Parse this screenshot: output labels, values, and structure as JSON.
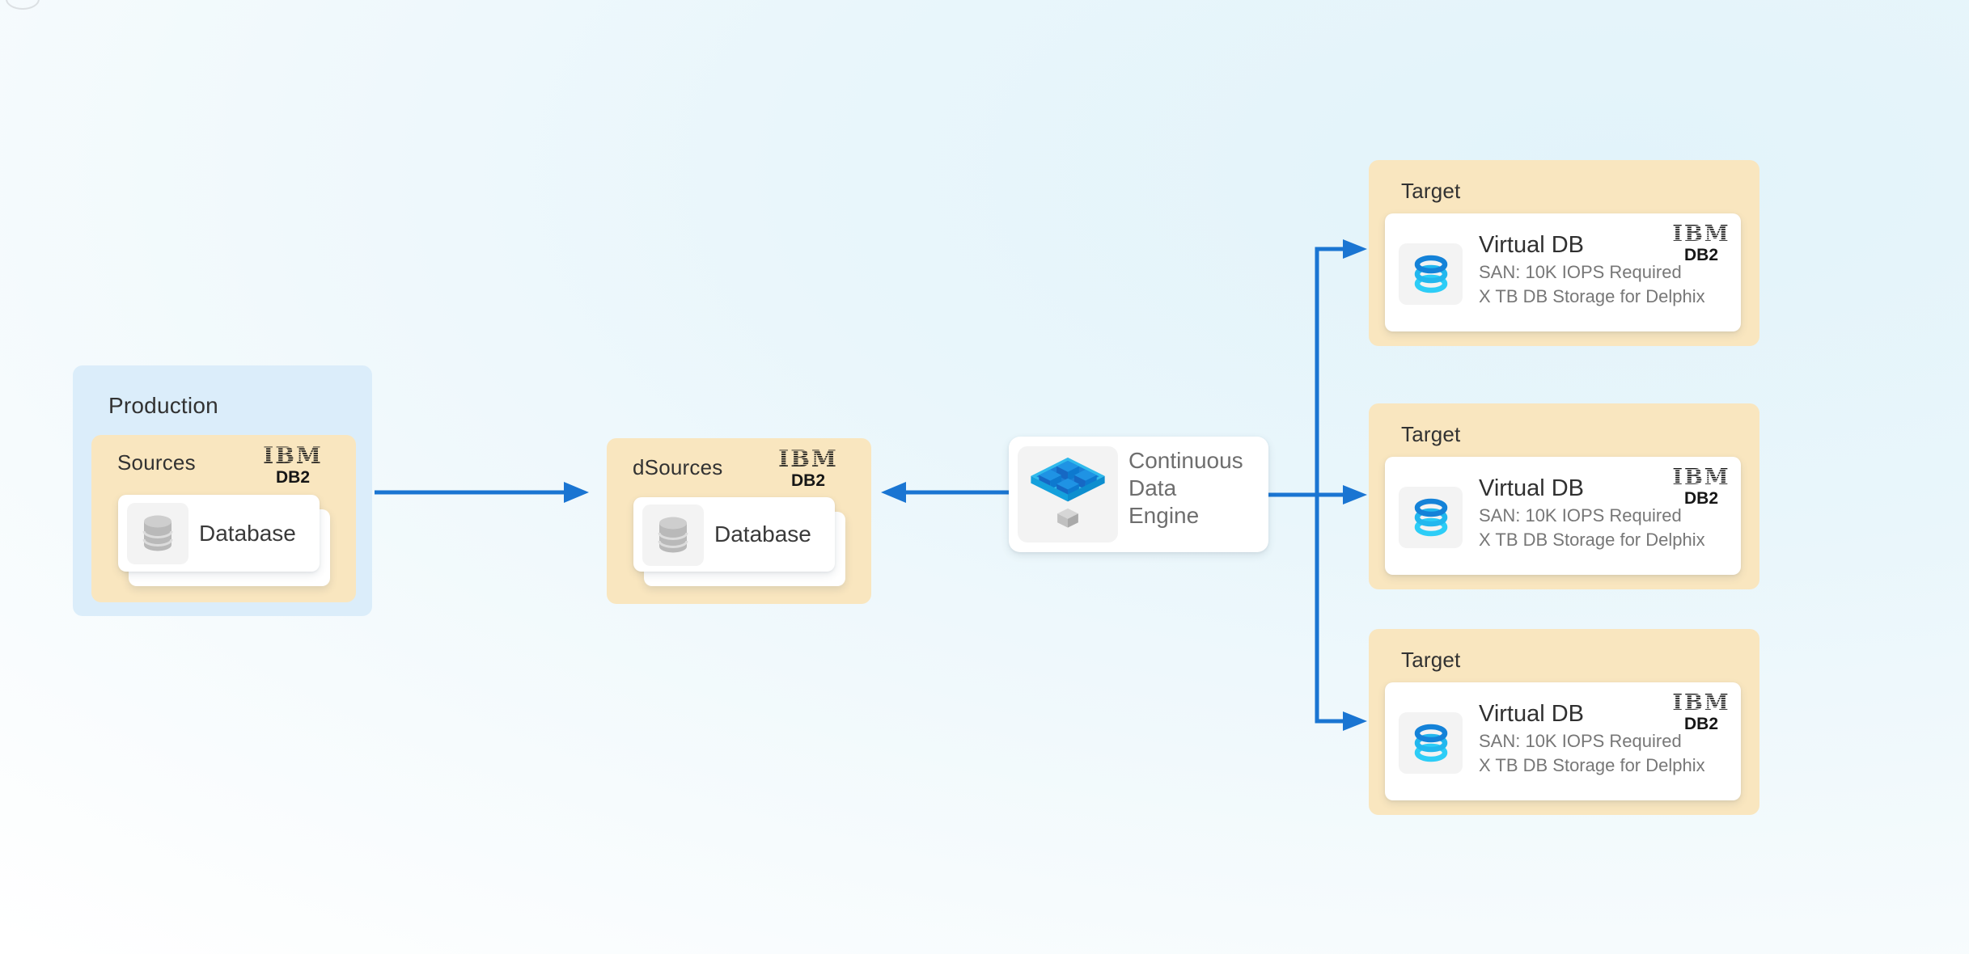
{
  "diagram": {
    "production": {
      "label": "Production"
    },
    "sources": {
      "label": "Sources",
      "database_label": "Database"
    },
    "dsources": {
      "label": "dSources",
      "database_label": "Database"
    },
    "engine": {
      "lines": [
        "Continuous",
        "Data",
        "Engine"
      ]
    },
    "ibm_logo": {
      "brand": "IBM",
      "product": "DB2"
    },
    "targets": [
      {
        "label": "Target",
        "title": "Virtual DB",
        "spec1": "SAN: 10K IOPS Required",
        "spec2": "X TB DB Storage for Delphix"
      },
      {
        "label": "Target",
        "title": "Virtual DB",
        "spec1": "SAN: 10K IOPS Required",
        "spec2": "X TB DB Storage for Delphix"
      },
      {
        "label": "Target",
        "title": "Virtual DB",
        "spec1": "SAN: 10K IOPS Required",
        "spec2": "X TB DB Storage for Delphix"
      }
    ],
    "colors": {
      "arrow_blue": "#1a75d2",
      "tan_container": "#f9e6bf",
      "blue_container": "#dbedfa",
      "card_white": "#ffffff",
      "icon_tile_gray": "#f3f3f3",
      "heading_text": "#323232",
      "muted_text": "#777777",
      "ibm_black": "#161616",
      "cyan_accent": "#2bc3f2",
      "db_gray": "#b9b9b9"
    }
  }
}
